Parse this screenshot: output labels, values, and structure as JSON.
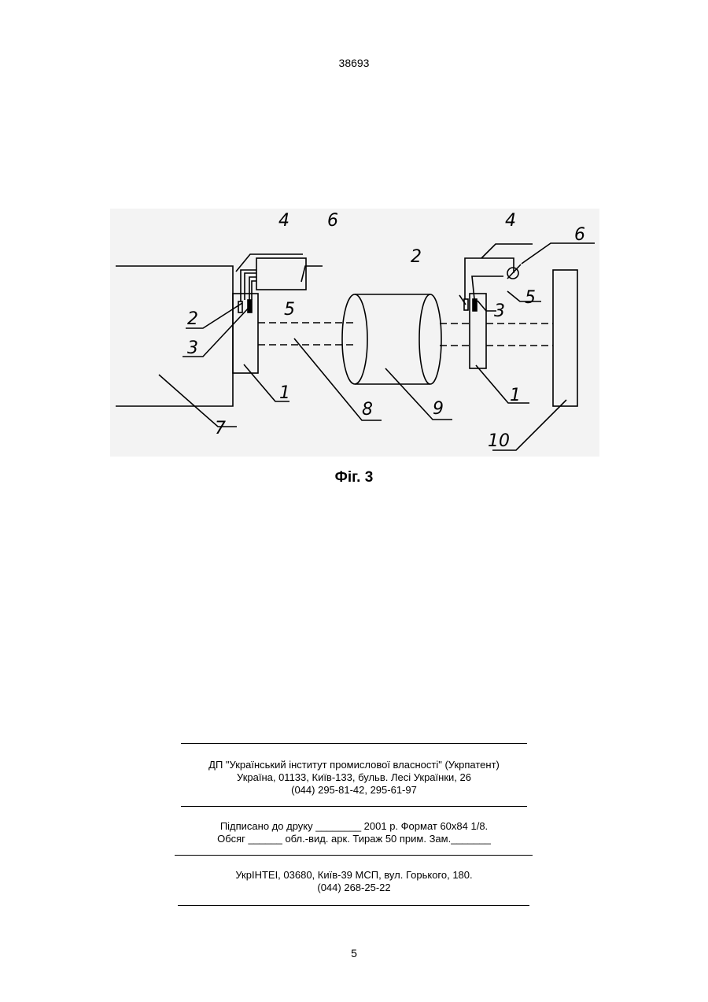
{
  "header": {
    "patent_number": "38693"
  },
  "figure": {
    "caption": "Фіг. 3",
    "labels": {
      "l1_left": "1",
      "l2_left": "2",
      "l3_left": "3",
      "l4_left": "4",
      "l5_left": "5",
      "l6_left": "6",
      "l7": "7",
      "l8": "8",
      "l9": "9",
      "l1_right": "1",
      "l2_right": "2",
      "l3_right": "3",
      "l4_right": "4",
      "l5_right": "5",
      "l6_right": "6",
      "l10": "10"
    }
  },
  "imprint": {
    "publisher_line1": "ДП \"Український інститут промислової власності\" (Укрпатент)",
    "publisher_line2": "Україна, 01133, Київ-133, бульв. Лесі Українки, 26",
    "publisher_line3": "(044) 295-81-42, 295-61-97",
    "print_line1": "Підписано до друку ________ 2001 р.    Формат 60х84 1/8.",
    "print_line2": "Обсяг ______ обл.-вид. арк.   Тираж 50 прим.    Зам._______",
    "printer_line1": "УкрІНТЕІ, 03680, Київ-39 МСП, вул. Горького, 180.",
    "printer_line2": "(044) 268-25-22"
  },
  "footer": {
    "page_number": "5"
  }
}
